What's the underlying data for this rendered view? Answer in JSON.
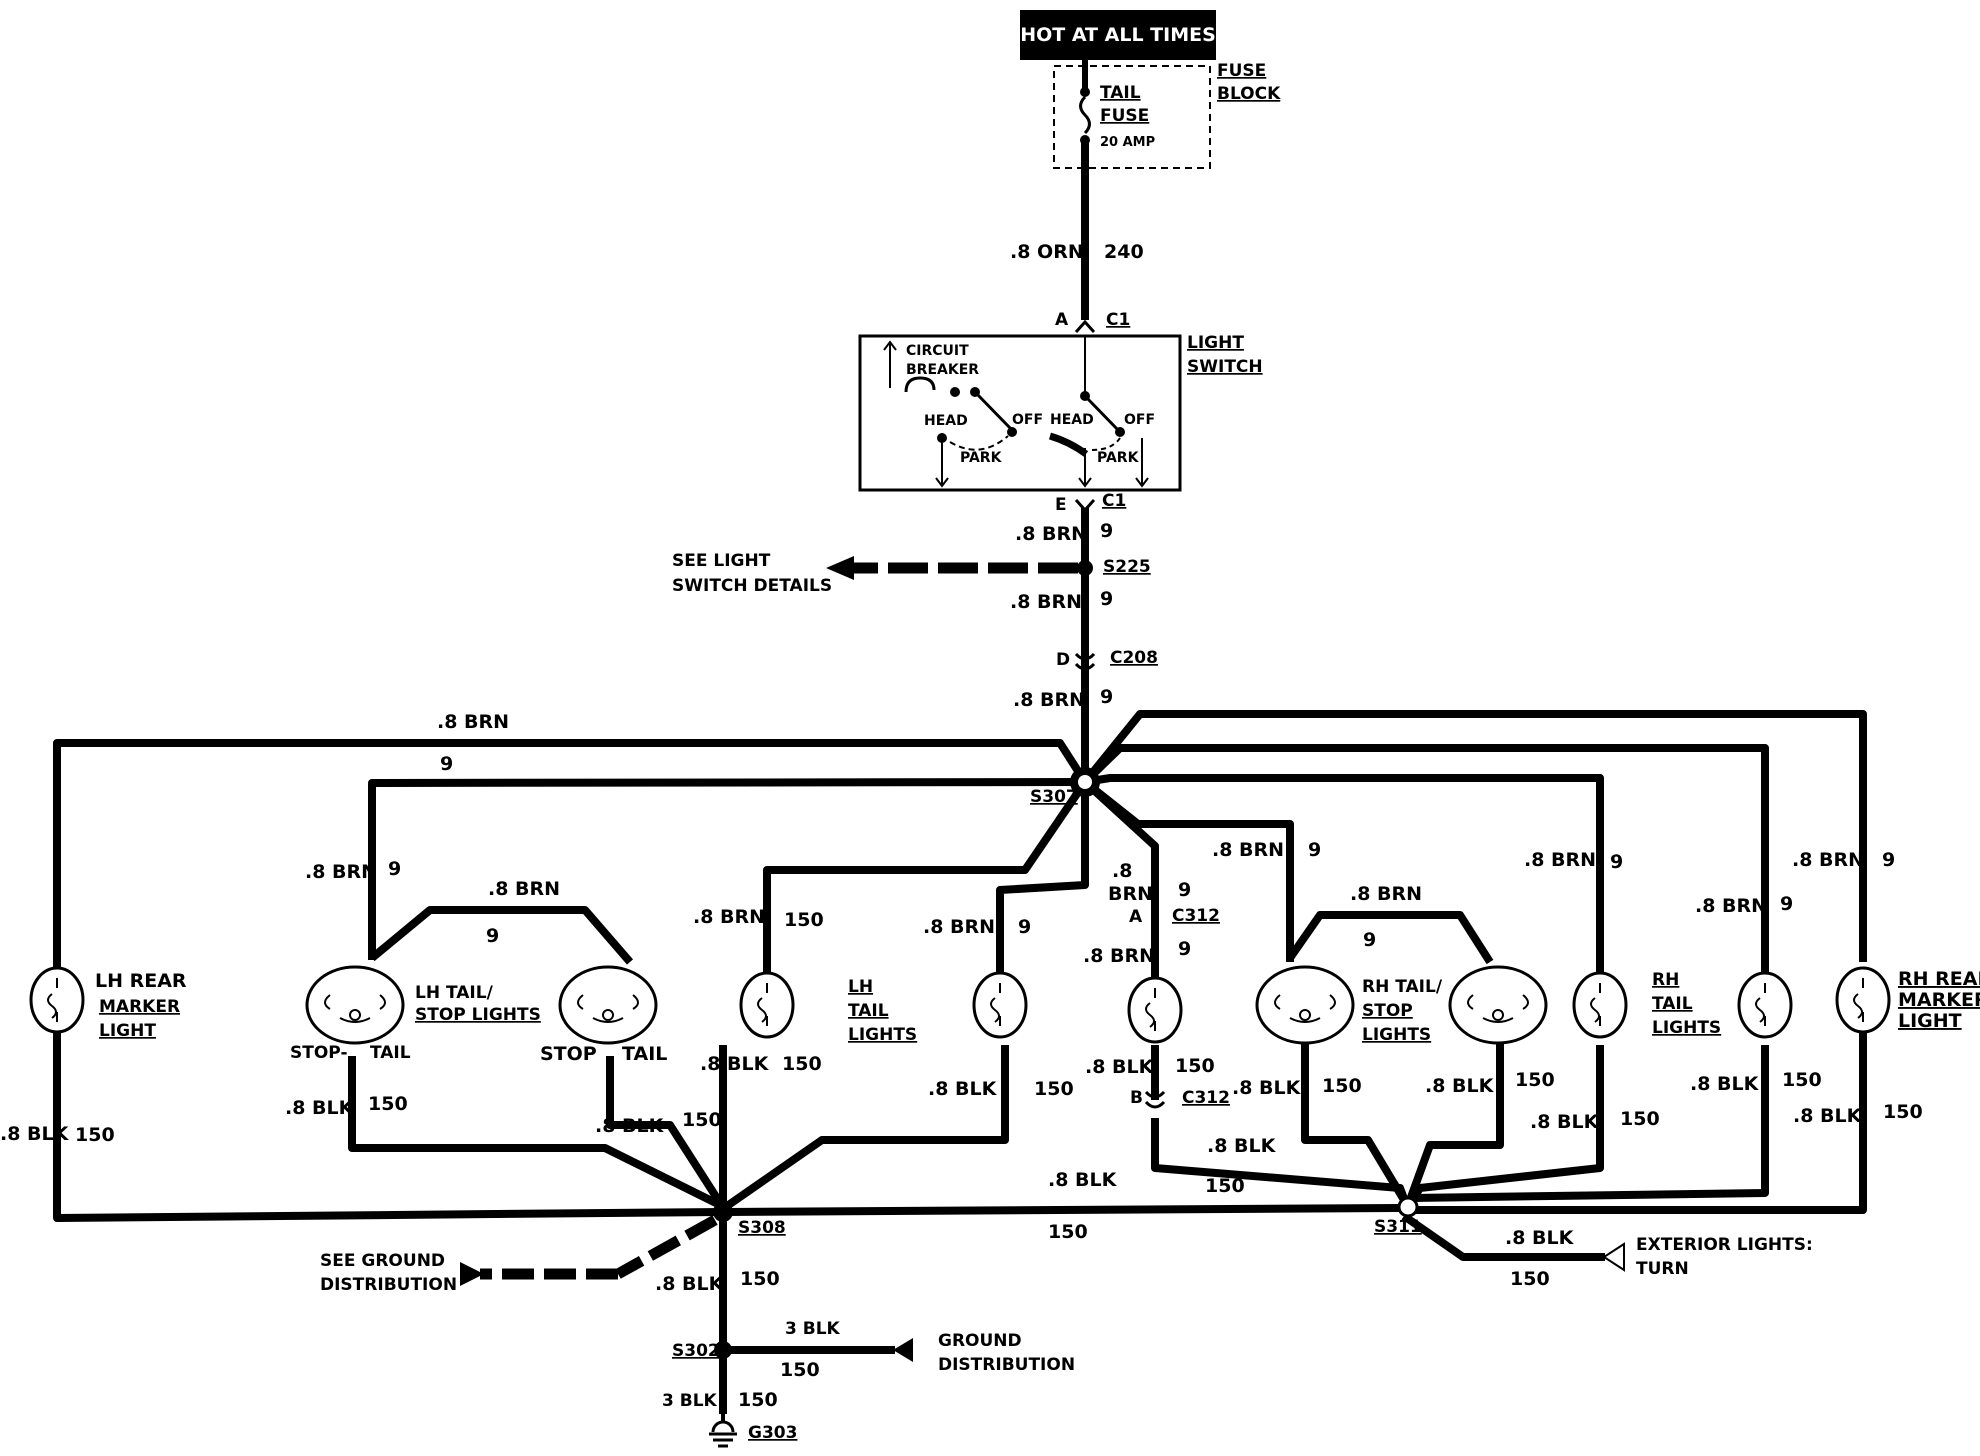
{
  "header": {
    "hot_label": "HOT AT ALL TIMES"
  },
  "fuse_block": {
    "title_1": "FUSE",
    "title_2": "BLOCK",
    "fuse_1": "TAIL",
    "fuse_2": "FUSE",
    "rating": "20 AMP"
  },
  "light_switch": {
    "title_1": "LIGHT",
    "title_2": "SWITCH",
    "breaker_1": "CIRCUIT",
    "breaker_2": "BREAKER",
    "head": "HEAD",
    "off": "OFF",
    "park": "PARK"
  },
  "connectors": {
    "a": "A",
    "c1": "C1",
    "e": "E",
    "d": "D",
    "b": "B",
    "c208": "C208",
    "c312": "C312"
  },
  "splices": {
    "s225": "S225",
    "s307": "S307",
    "s308": "S308",
    "s311": "S311",
    "s302": "S302",
    "g303": "G303"
  },
  "wires": {
    "orn": ".8 ORN",
    "c240": "240",
    "brn": ".8 BRN",
    "c9": "9",
    "blk": ".8 BLK",
    "c150": "150",
    "blk3": "3 BLK",
    "brn_split_1": ".8",
    "brn_split_2": "BRN"
  },
  "references": {
    "see_light_1": "SEE LIGHT",
    "see_light_2": "SWITCH DETAILS",
    "see_ground_1": "SEE GROUND",
    "see_ground_2": "DISTRIBUTION",
    "ground_1": "GROUND",
    "ground_2": "DISTRIBUTION",
    "ext_1": "EXTERIOR LIGHTS:",
    "ext_2": "TURN"
  },
  "lamps": {
    "lh_marker_1": "LH REAR",
    "lh_marker_2": "MARKER",
    "lh_marker_3": "LIGHT",
    "lh_stop_1": "LH TAIL/",
    "lh_stop_2": "STOP LIGHTS",
    "stop_dash": "STOP-",
    "stop": "STOP",
    "tail": "TAIL",
    "lh_tail_1": "LH",
    "lh_tail_2": "TAIL",
    "lh_tail_3": "LIGHTS",
    "rh_stop_1": "RH TAIL/",
    "rh_stop_2": "STOP",
    "rh_stop_3": "LIGHTS",
    "rh_tail_1": "RH",
    "rh_tail_2": "TAIL",
    "rh_tail_3": "LIGHTS",
    "rh_marker_1": "RH REAR",
    "rh_marker_2": "MARKER",
    "rh_marker_3": "LIGHT"
  }
}
